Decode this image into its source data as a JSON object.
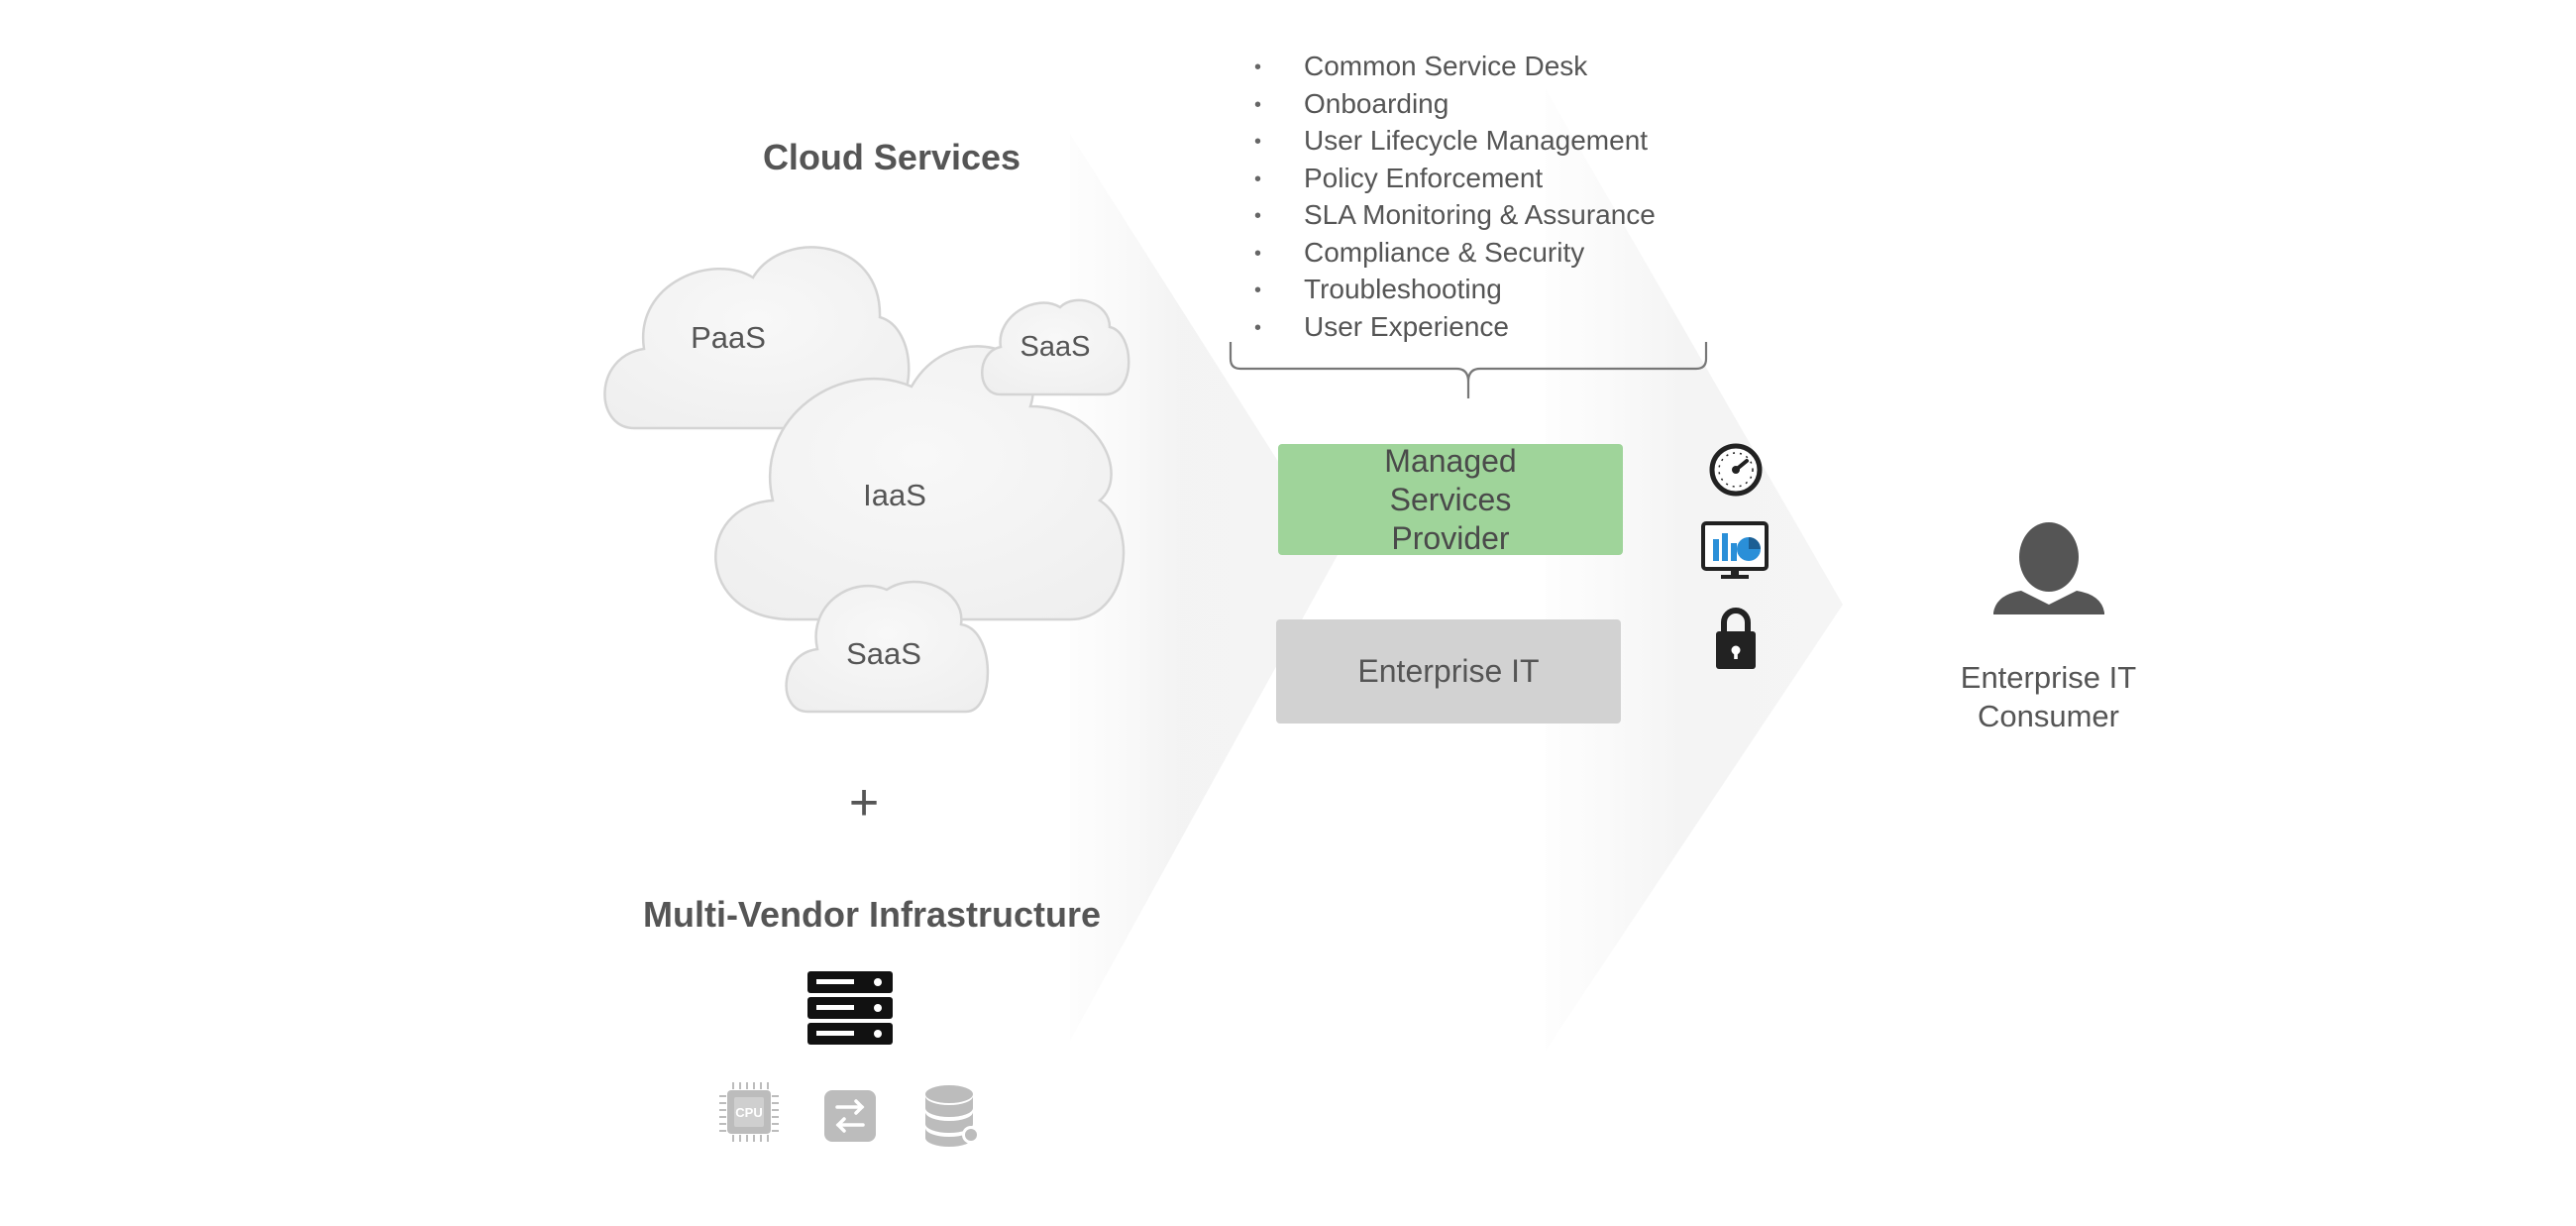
{
  "cloud_services": {
    "heading": "Cloud Services",
    "clouds": [
      {
        "label": "PaaS"
      },
      {
        "label": "SaaS"
      },
      {
        "label": "IaaS"
      },
      {
        "label": "SaaS"
      }
    ]
  },
  "plus_symbol": "+",
  "infrastructure": {
    "heading": "Multi-Vendor Infrastructure",
    "icons": [
      "server-stack-icon",
      "cpu-chip-icon",
      "network-switch-icon",
      "database-icon"
    ],
    "cpu_chip_text": "CPU"
  },
  "capabilities": [
    "Common Service Desk",
    "Onboarding",
    "User Lifecycle Management",
    "Policy Enforcement",
    "SLA Monitoring & Assurance",
    "Compliance & Security",
    "Troubleshooting",
    "User Experience"
  ],
  "bullet_char": "•",
  "providers": {
    "managed_services": "Managed Services Provider",
    "enterprise_it": "Enterprise IT"
  },
  "side_icons": [
    "speedometer-icon",
    "analytics-monitor-icon",
    "lock-icon"
  ],
  "consumer": {
    "label": "Enterprise IT Consumer",
    "icon": "user-silhouette-icon"
  },
  "colors": {
    "managed_services_box": "#9fd49a",
    "enterprise_it_box": "#d2d2d2",
    "text": "#555555",
    "cloud_fill": "#f3f3f3",
    "cloud_stroke": "#d4d4d4",
    "chevron": "#f4f4f4",
    "icon_dark": "#222222",
    "icon_grey": "#bcbcbc",
    "chart_blue": "#2a8fd8"
  }
}
